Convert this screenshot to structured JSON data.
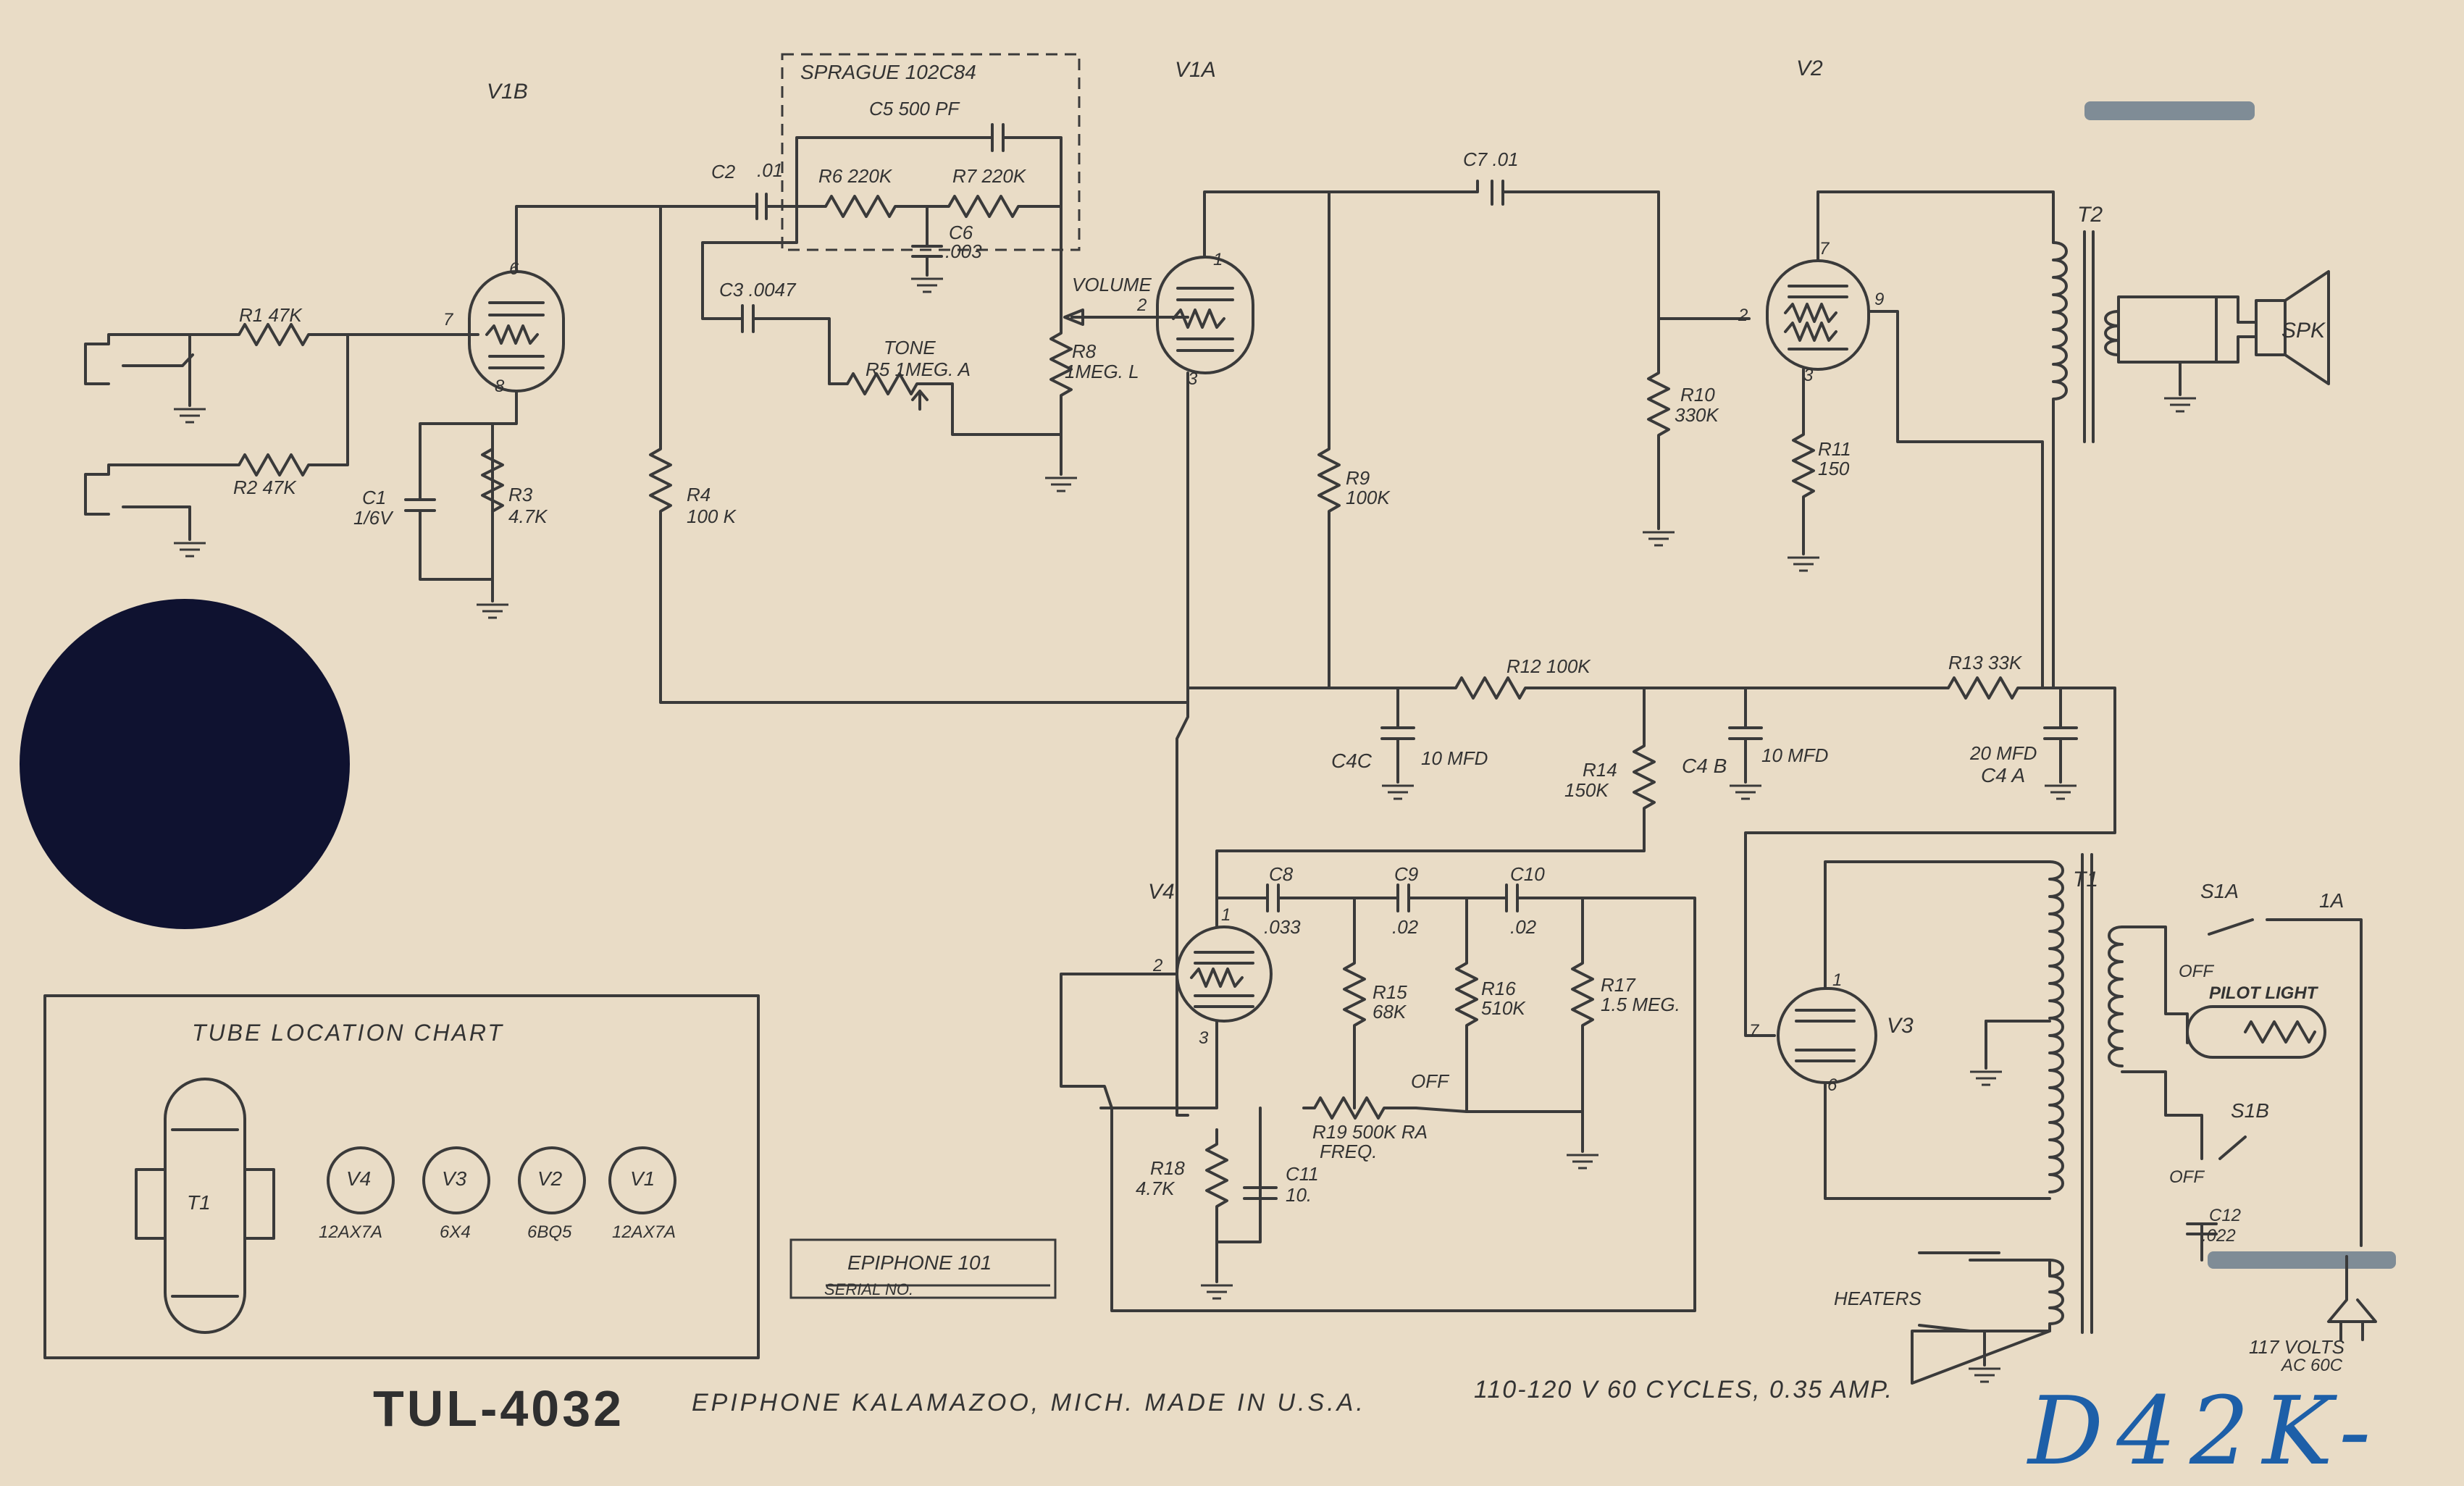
{
  "tubes": {
    "v1b": "V1B",
    "v1a": "V1A",
    "v2": "V2",
    "v3": "V3",
    "v4": "V4"
  },
  "pins": {
    "v1b_6": "6",
    "v1b_7": "7",
    "v1b_8": "8",
    "v1a_1": "1",
    "v1a_2": "2",
    "v1a_3": "3",
    "v2_7": "7",
    "v2_2": "2",
    "v2_3": "3",
    "v2_9": "9",
    "v4_1": "1",
    "v4_2": "2",
    "v4_3": "3",
    "v3_1": "1",
    "v3_7": "7",
    "v3_6": "6"
  },
  "sprague": "SPRAGUE  102C84",
  "components": {
    "r1": "R1 47K",
    "r2": "R2  47K",
    "c1": "C1",
    "c1_val": "1/6V",
    "r3": "R3",
    "r3_val": "4.7K",
    "r4": "R4",
    "r4_val": "100 K",
    "c2": "C2",
    "c2_val": ".01",
    "c3": "C3  .0047",
    "c5": "C5  500 PF",
    "r6": "R6  220K",
    "r7": "R7  220K",
    "c6": "C6",
    "c6_val": ".003",
    "tone": "TONE",
    "r5": "R5  1MEG. A",
    "volume": "VOLUME",
    "r8": "R8",
    "r8_val": "1MEG. L",
    "c7": "C7  .01",
    "r9": "R9",
    "r9_val": "100K",
    "r10": "R10",
    "r10_val": "330K",
    "r11": "R11",
    "r11_val": "150",
    "t2": "T2",
    "spk": "SPK",
    "r12": "R12  100K",
    "r13": "R13  33K",
    "c4c": "C4C",
    "c4c_val": "10 MFD",
    "r14": "R14",
    "r14_val": "150K",
    "c4b": "C4 B",
    "c4b_val": "10 MFD",
    "c4a_val": "20 MFD",
    "c4a": "C4 A",
    "c8": "C8",
    "c8_val": ".033",
    "c9": "C9",
    "c9_val": ".02",
    "c10": "C10",
    "c10_val": ".02",
    "r15": "R15",
    "r15_val": "68K",
    "r16": "R16",
    "r16_val": "510K",
    "r17": "R17",
    "r17_val": "1.5 MEG.",
    "r19": "R19  500K RA",
    "freq": "FREQ.",
    "off_r19": "OFF",
    "r18": "R18",
    "r18_val": "4.7K",
    "c11": "C11",
    "c11_val": "10.",
    "t1": "T1",
    "s1a": "S1A",
    "fuse": "1A",
    "off_s1a": "OFF",
    "pilot": "PILOT  LIGHT",
    "s1b": "S1B",
    "off_s1b": "OFF",
    "c12": "C12",
    "c12_val": ".022",
    "heaters": "HEATERS",
    "mains": "117  VOLTS",
    "mains2": "AC  60C"
  },
  "chart": {
    "title": "TUBE   LOCATION   CHART",
    "t1": "T1",
    "sockets": [
      {
        "name": "V4",
        "type": "12AX7A"
      },
      {
        "name": "V3",
        "type": "6X4"
      },
      {
        "name": "V2",
        "type": "6BQ5"
      },
      {
        "name": "V1",
        "type": "12AX7A"
      }
    ]
  },
  "serial": {
    "model": "EPIPHONE  101",
    "label": "SERIAL NO."
  },
  "footer": {
    "model": "TUL-4032",
    "maker": "EPIPHONE   KALAMAZOO,  MICH.   MADE  IN  U.S.A.",
    "rating": "110-120 V  60 CYCLES, 0.35 AMP."
  },
  "handwriting": "D42K-",
  "colors": {
    "paper": "#e9dcc6",
    "ink": "#3a3a3a",
    "dot": "#0f1230",
    "pen": "#1d5fa8"
  }
}
